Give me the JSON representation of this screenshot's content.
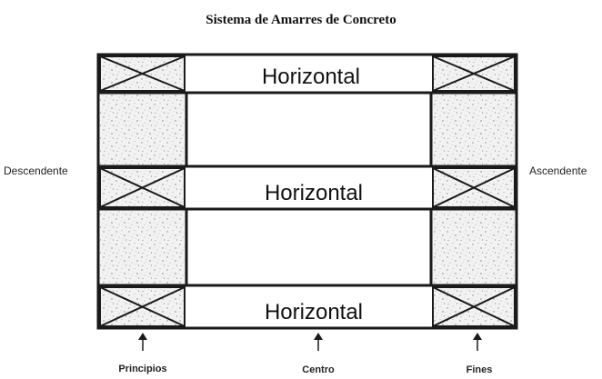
{
  "title": "Sistema de Amarres de Concreto",
  "bands": [
    {
      "label": "Horizontal"
    },
    {
      "label": "Horizontal"
    },
    {
      "label": "Horizontal"
    }
  ],
  "side_labels": {
    "left": "Descendente",
    "right": "Ascendente"
  },
  "bottom_labels": {
    "left": "Principios",
    "center": "Centro",
    "right": "Fines"
  }
}
